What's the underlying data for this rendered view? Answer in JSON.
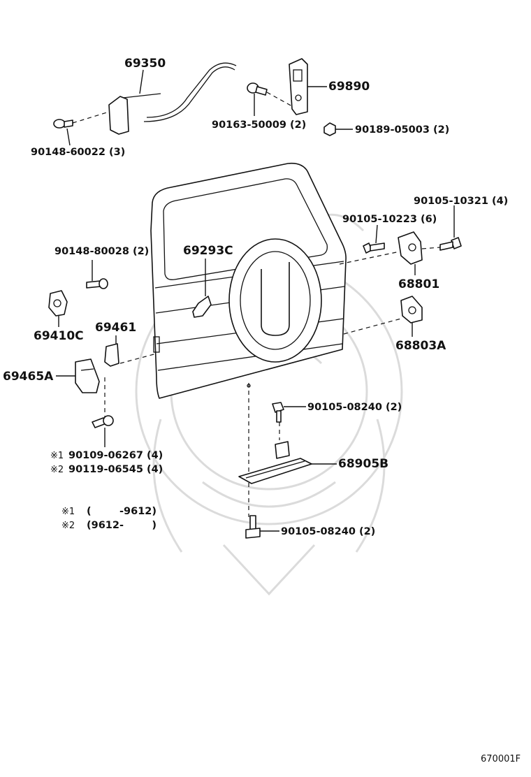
{
  "labels": {
    "cable_69350": "69350",
    "latch_69890": "69890",
    "screw_90163": "90163-50009 (2)",
    "nut_90189": "90189-05003 (2)",
    "screw_90148_60022": "90148-60022 (3)",
    "bolt_90105_10321": "90105-10321 (4)",
    "bolt_90105_10223": "90105-10223 (6)",
    "screw_90148_80028": "90148-80028 (2)",
    "rod_69293c": "69293C",
    "hinge_68801": "68801",
    "striker_69410c": "69410C",
    "bracket_69461": "69461",
    "hinge_68803a": "68803A",
    "plate_69465a": "69465A",
    "bolt_90105_08240_top": "90105-08240 (2)",
    "bracket_68905b": "68905B",
    "bolt_90105_08240_bottom": "90105-08240 (2)",
    "screw_90109_line": "90109-06267 (4)",
    "screw_90119_line": "90119-06545 (4)",
    "mark1": "※1",
    "mark2": "※2",
    "note1_range": "(        -9612)",
    "note2_range": "(9612-        )",
    "diagram_code": "670001F"
  },
  "icons": [
    "watermark-emblem"
  ],
  "colors": {
    "ink": "#111111",
    "paper": "#ffffff",
    "watermark": "#d8d8d8"
  }
}
